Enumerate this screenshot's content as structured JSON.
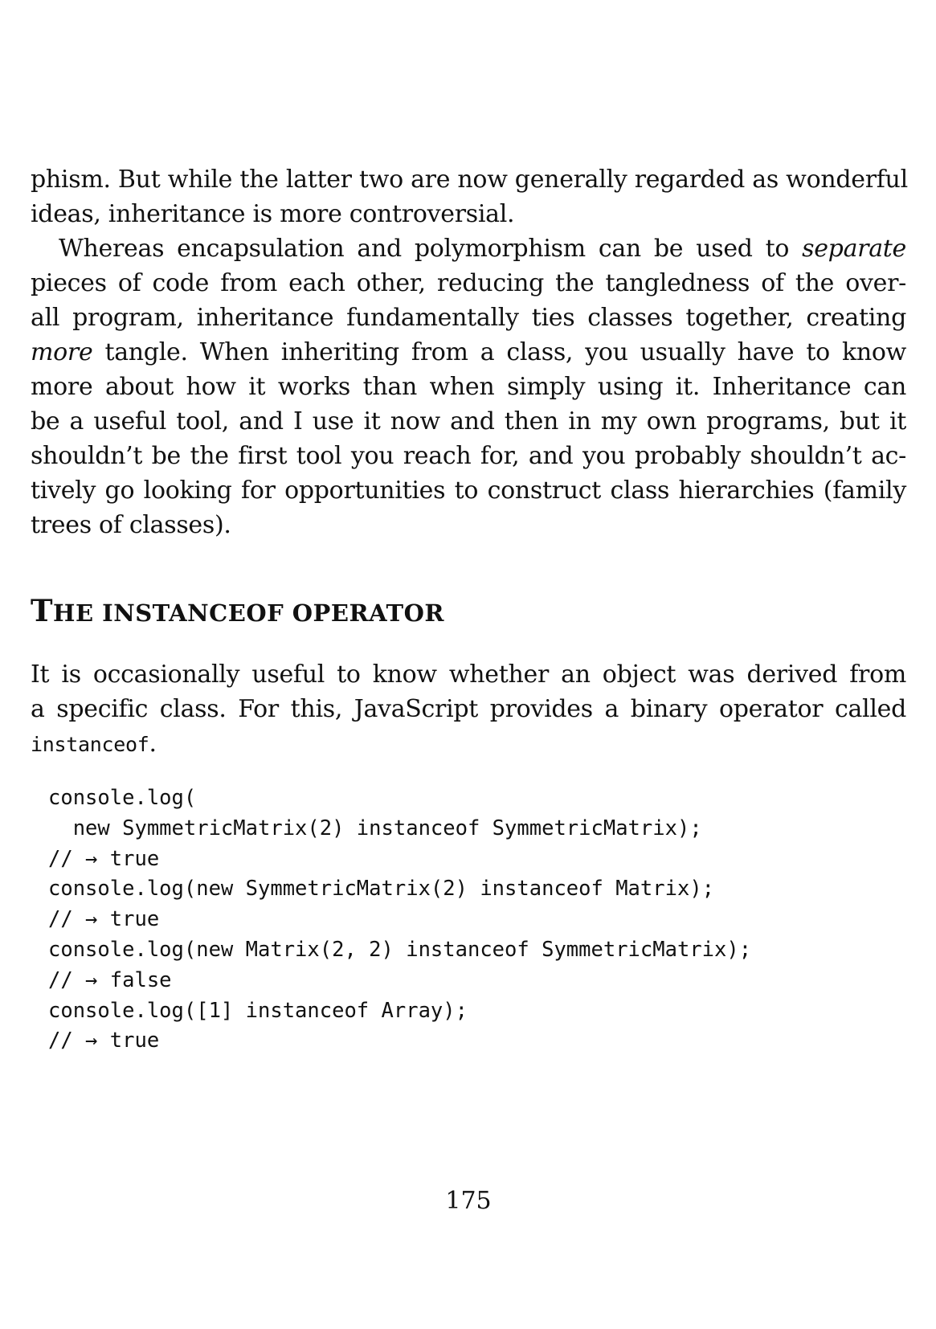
{
  "paragraph1": {
    "lines": [
      "phism. But while the latter two are now generally regarded as wonderful",
      "ideas, inheritance is more controversial."
    ]
  },
  "paragraph2": {
    "line1_pre": "Whereas encapsulation and polymorphism can be used to ",
    "line1_em": "separate",
    "line2": "pieces of code from each other, reducing the tangledness of the over-",
    "line3": "all program, inheritance fundamentally ties classes together, creating",
    "line4_em": "more",
    "line4_post": " tangle. When inheriting from a class, you usually have to know",
    "line5": "more about how it works than when simply using it. Inheritance can",
    "line6": "be a useful tool, and I use it now and then in my own programs, but it",
    "line7": "shouldn’t be the first tool you reach for, and you probably shouldn’t ac-",
    "line8": "tively go looking for opportunities to construct class hierarchies (family",
    "line9": "trees of classes)."
  },
  "section": {
    "heading_first": "T",
    "heading_rest": "he instanceof operator"
  },
  "paragraph3": {
    "line1": "It is occasionally useful to know whether an object was derived from",
    "line2": "a specific class. For this, JavaScript provides a binary operator called",
    "line3_code": "instanceof",
    "line3_post": "."
  },
  "code_block": {
    "lines": [
      "console.log(",
      "  new SymmetricMatrix(2) instanceof SymmetricMatrix);",
      "// → true",
      "console.log(new SymmetricMatrix(2) instanceof Matrix);",
      "// → true",
      "console.log(new Matrix(2, 2) instanceof SymmetricMatrix);",
      "// → false",
      "console.log([1] instanceof Array);",
      "// → true"
    ]
  },
  "page_number": "175"
}
